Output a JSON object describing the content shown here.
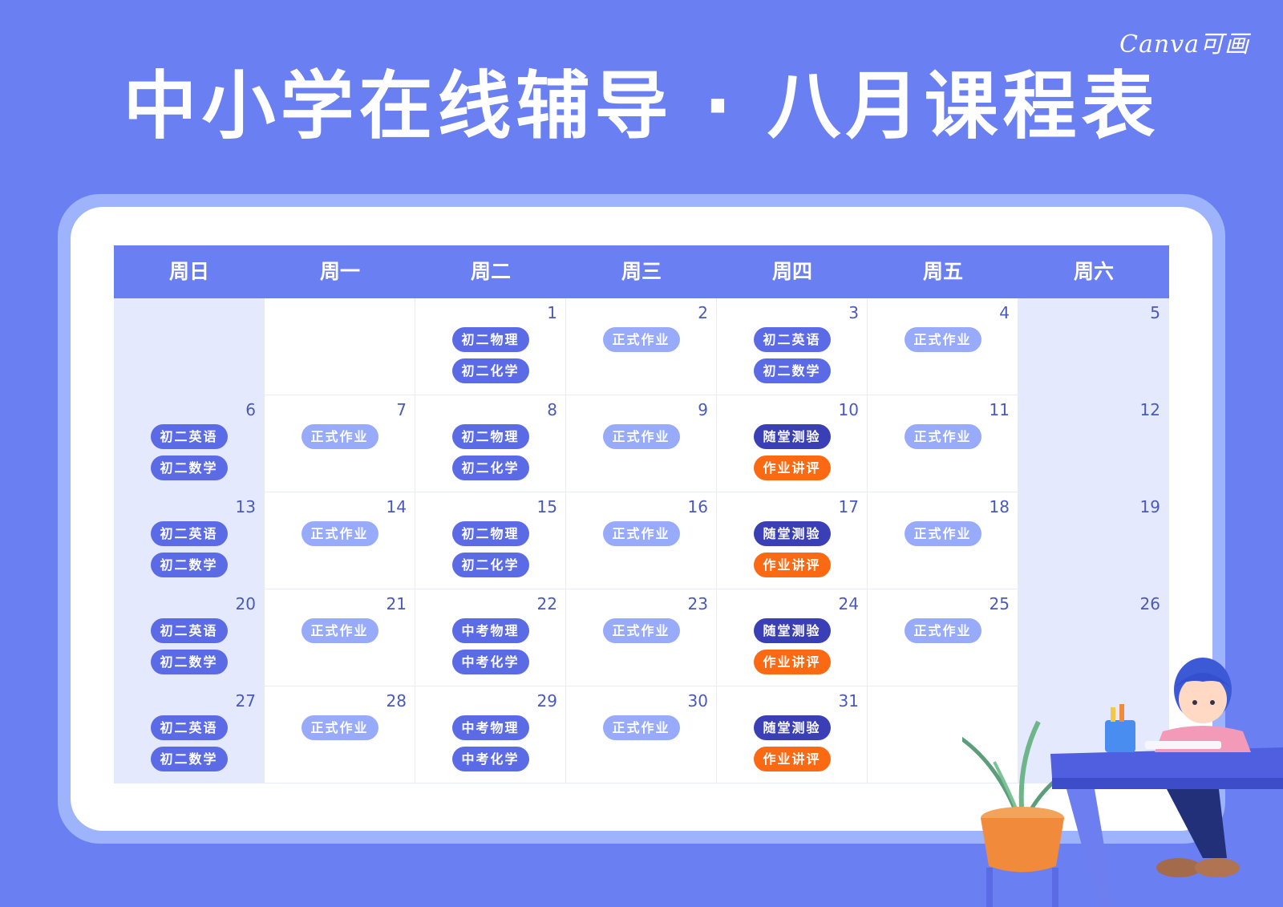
{
  "brand": "Canva可画",
  "title": "中小学在线辅导 · 八月课程表",
  "colors": {
    "background": "#6a7ff2",
    "subject_tag": "#5b6be6",
    "homework_tag": "#97abfa",
    "quiz_tag": "#3a3fb6",
    "review_tag": "#fb6a12"
  },
  "calendar": {
    "weekdays": [
      "周日",
      "周一",
      "周二",
      "周三",
      "周四",
      "周五",
      "周六"
    ],
    "weeks": [
      [
        {
          "day": "",
          "events": []
        },
        {
          "day": "",
          "events": []
        },
        {
          "day": "1",
          "events": [
            {
              "label": "初二物理",
              "color": "#5b6be6"
            },
            {
              "label": "初二化学",
              "color": "#5b6be6"
            }
          ]
        },
        {
          "day": "2",
          "events": [
            {
              "label": "正式作业",
              "color": "#97abfa"
            }
          ]
        },
        {
          "day": "3",
          "events": [
            {
              "label": "初二英语",
              "color": "#5b6be6"
            },
            {
              "label": "初二数学",
              "color": "#5b6be6"
            }
          ]
        },
        {
          "day": "4",
          "events": [
            {
              "label": "正式作业",
              "color": "#97abfa"
            }
          ]
        },
        {
          "day": "5",
          "events": []
        }
      ],
      [
        {
          "day": "6",
          "events": [
            {
              "label": "初二英语",
              "color": "#5b6be6"
            },
            {
              "label": "初二数学",
              "color": "#5b6be6"
            }
          ]
        },
        {
          "day": "7",
          "events": [
            {
              "label": "正式作业",
              "color": "#97abfa"
            }
          ]
        },
        {
          "day": "8",
          "events": [
            {
              "label": "初二物理",
              "color": "#5b6be6"
            },
            {
              "label": "初二化学",
              "color": "#5b6be6"
            }
          ]
        },
        {
          "day": "9",
          "events": [
            {
              "label": "正式作业",
              "color": "#97abfa"
            }
          ]
        },
        {
          "day": "10",
          "events": [
            {
              "label": "随堂测验",
              "color": "#3a3fb6"
            },
            {
              "label": "作业讲评",
              "color": "#fb6a12"
            }
          ]
        },
        {
          "day": "11",
          "events": [
            {
              "label": "正式作业",
              "color": "#97abfa"
            }
          ]
        },
        {
          "day": "12",
          "events": []
        }
      ],
      [
        {
          "day": "13",
          "events": [
            {
              "label": "初二英语",
              "color": "#5b6be6"
            },
            {
              "label": "初二数学",
              "color": "#5b6be6"
            }
          ]
        },
        {
          "day": "14",
          "events": [
            {
              "label": "正式作业",
              "color": "#97abfa"
            }
          ]
        },
        {
          "day": "15",
          "events": [
            {
              "label": "初二物理",
              "color": "#5b6be6"
            },
            {
              "label": "初二化学",
              "color": "#5b6be6"
            }
          ]
        },
        {
          "day": "16",
          "events": [
            {
              "label": "正式作业",
              "color": "#97abfa"
            }
          ]
        },
        {
          "day": "17",
          "events": [
            {
              "label": "随堂测验",
              "color": "#3a3fb6"
            },
            {
              "label": "作业讲评",
              "color": "#fb6a12"
            }
          ]
        },
        {
          "day": "18",
          "events": [
            {
              "label": "正式作业",
              "color": "#97abfa"
            }
          ]
        },
        {
          "day": "19",
          "events": []
        }
      ],
      [
        {
          "day": "20",
          "events": [
            {
              "label": "初二英语",
              "color": "#5b6be6"
            },
            {
              "label": "初二数学",
              "color": "#5b6be6"
            }
          ]
        },
        {
          "day": "21",
          "events": [
            {
              "label": "正式作业",
              "color": "#97abfa"
            }
          ]
        },
        {
          "day": "22",
          "events": [
            {
              "label": "中考物理",
              "color": "#5b6be6"
            },
            {
              "label": "中考化学",
              "color": "#5b6be6"
            }
          ]
        },
        {
          "day": "23",
          "events": [
            {
              "label": "正式作业",
              "color": "#97abfa"
            }
          ]
        },
        {
          "day": "24",
          "events": [
            {
              "label": "随堂测验",
              "color": "#3a3fb6"
            },
            {
              "label": "作业讲评",
              "color": "#fb6a12"
            }
          ]
        },
        {
          "day": "25",
          "events": [
            {
              "label": "正式作业",
              "color": "#97abfa"
            }
          ]
        },
        {
          "day": "26",
          "events": []
        }
      ],
      [
        {
          "day": "27",
          "events": [
            {
              "label": "初二英语",
              "color": "#5b6be6"
            },
            {
              "label": "初二数学",
              "color": "#5b6be6"
            }
          ]
        },
        {
          "day": "28",
          "events": [
            {
              "label": "正式作业",
              "color": "#97abfa"
            }
          ]
        },
        {
          "day": "29",
          "events": [
            {
              "label": "中考物理",
              "color": "#5b6be6"
            },
            {
              "label": "中考化学",
              "color": "#5b6be6"
            }
          ]
        },
        {
          "day": "30",
          "events": [
            {
              "label": "正式作业",
              "color": "#97abfa"
            }
          ]
        },
        {
          "day": "31",
          "events": [
            {
              "label": "随堂测验",
              "color": "#3a3fb6"
            },
            {
              "label": "作业讲评",
              "color": "#fb6a12"
            }
          ]
        },
        {
          "day": "",
          "events": []
        },
        {
          "day": "",
          "events": []
        }
      ]
    ]
  }
}
